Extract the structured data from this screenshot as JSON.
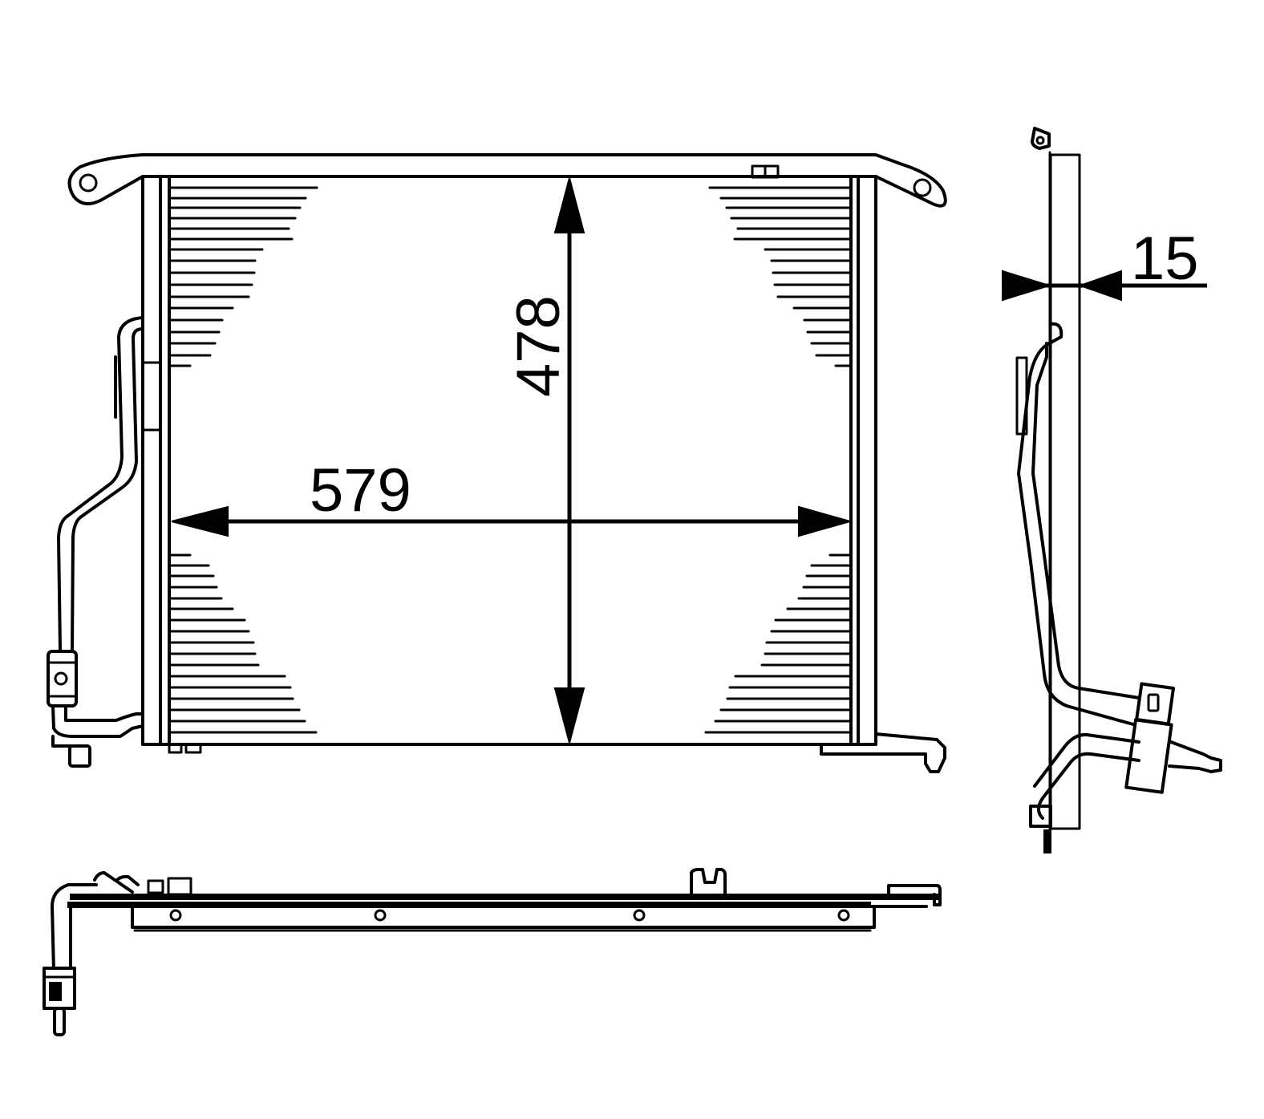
{
  "drawing": {
    "subject": "condenser technical drawing",
    "line_color": "#000000",
    "background_color": "#ffffff",
    "views": [
      "front-view",
      "side-view",
      "top-view"
    ]
  },
  "dimensions": {
    "width": {
      "value": "579",
      "orientation": "horizontal"
    },
    "height": {
      "value": "478",
      "orientation": "vertical"
    },
    "depth": {
      "value": "15",
      "orientation": "horizontal"
    }
  }
}
